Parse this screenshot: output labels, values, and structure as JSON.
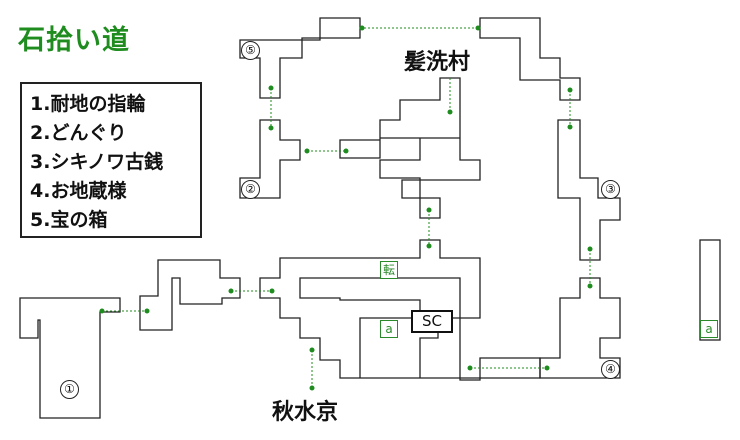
{
  "map": {
    "title": "石拾い道",
    "legend": [
      "1.耐地の指輪",
      "2.どんぐり",
      "3.シキノワ古銭",
      "4.お地蔵様",
      "5.宝の箱"
    ],
    "places": {
      "north_village": "髪洗村",
      "south_town": "秋水京"
    },
    "markers": {
      "m1": "①",
      "m2": "②",
      "m3": "③",
      "m4": "④",
      "m5": "⑤"
    },
    "badges": {
      "ten": "転",
      "a_center": "a",
      "a_right": "a"
    },
    "start": "SC",
    "colors": {
      "title": "#1e8c1e",
      "connector": "#1e8c1e",
      "walls": "#222222"
    }
  }
}
